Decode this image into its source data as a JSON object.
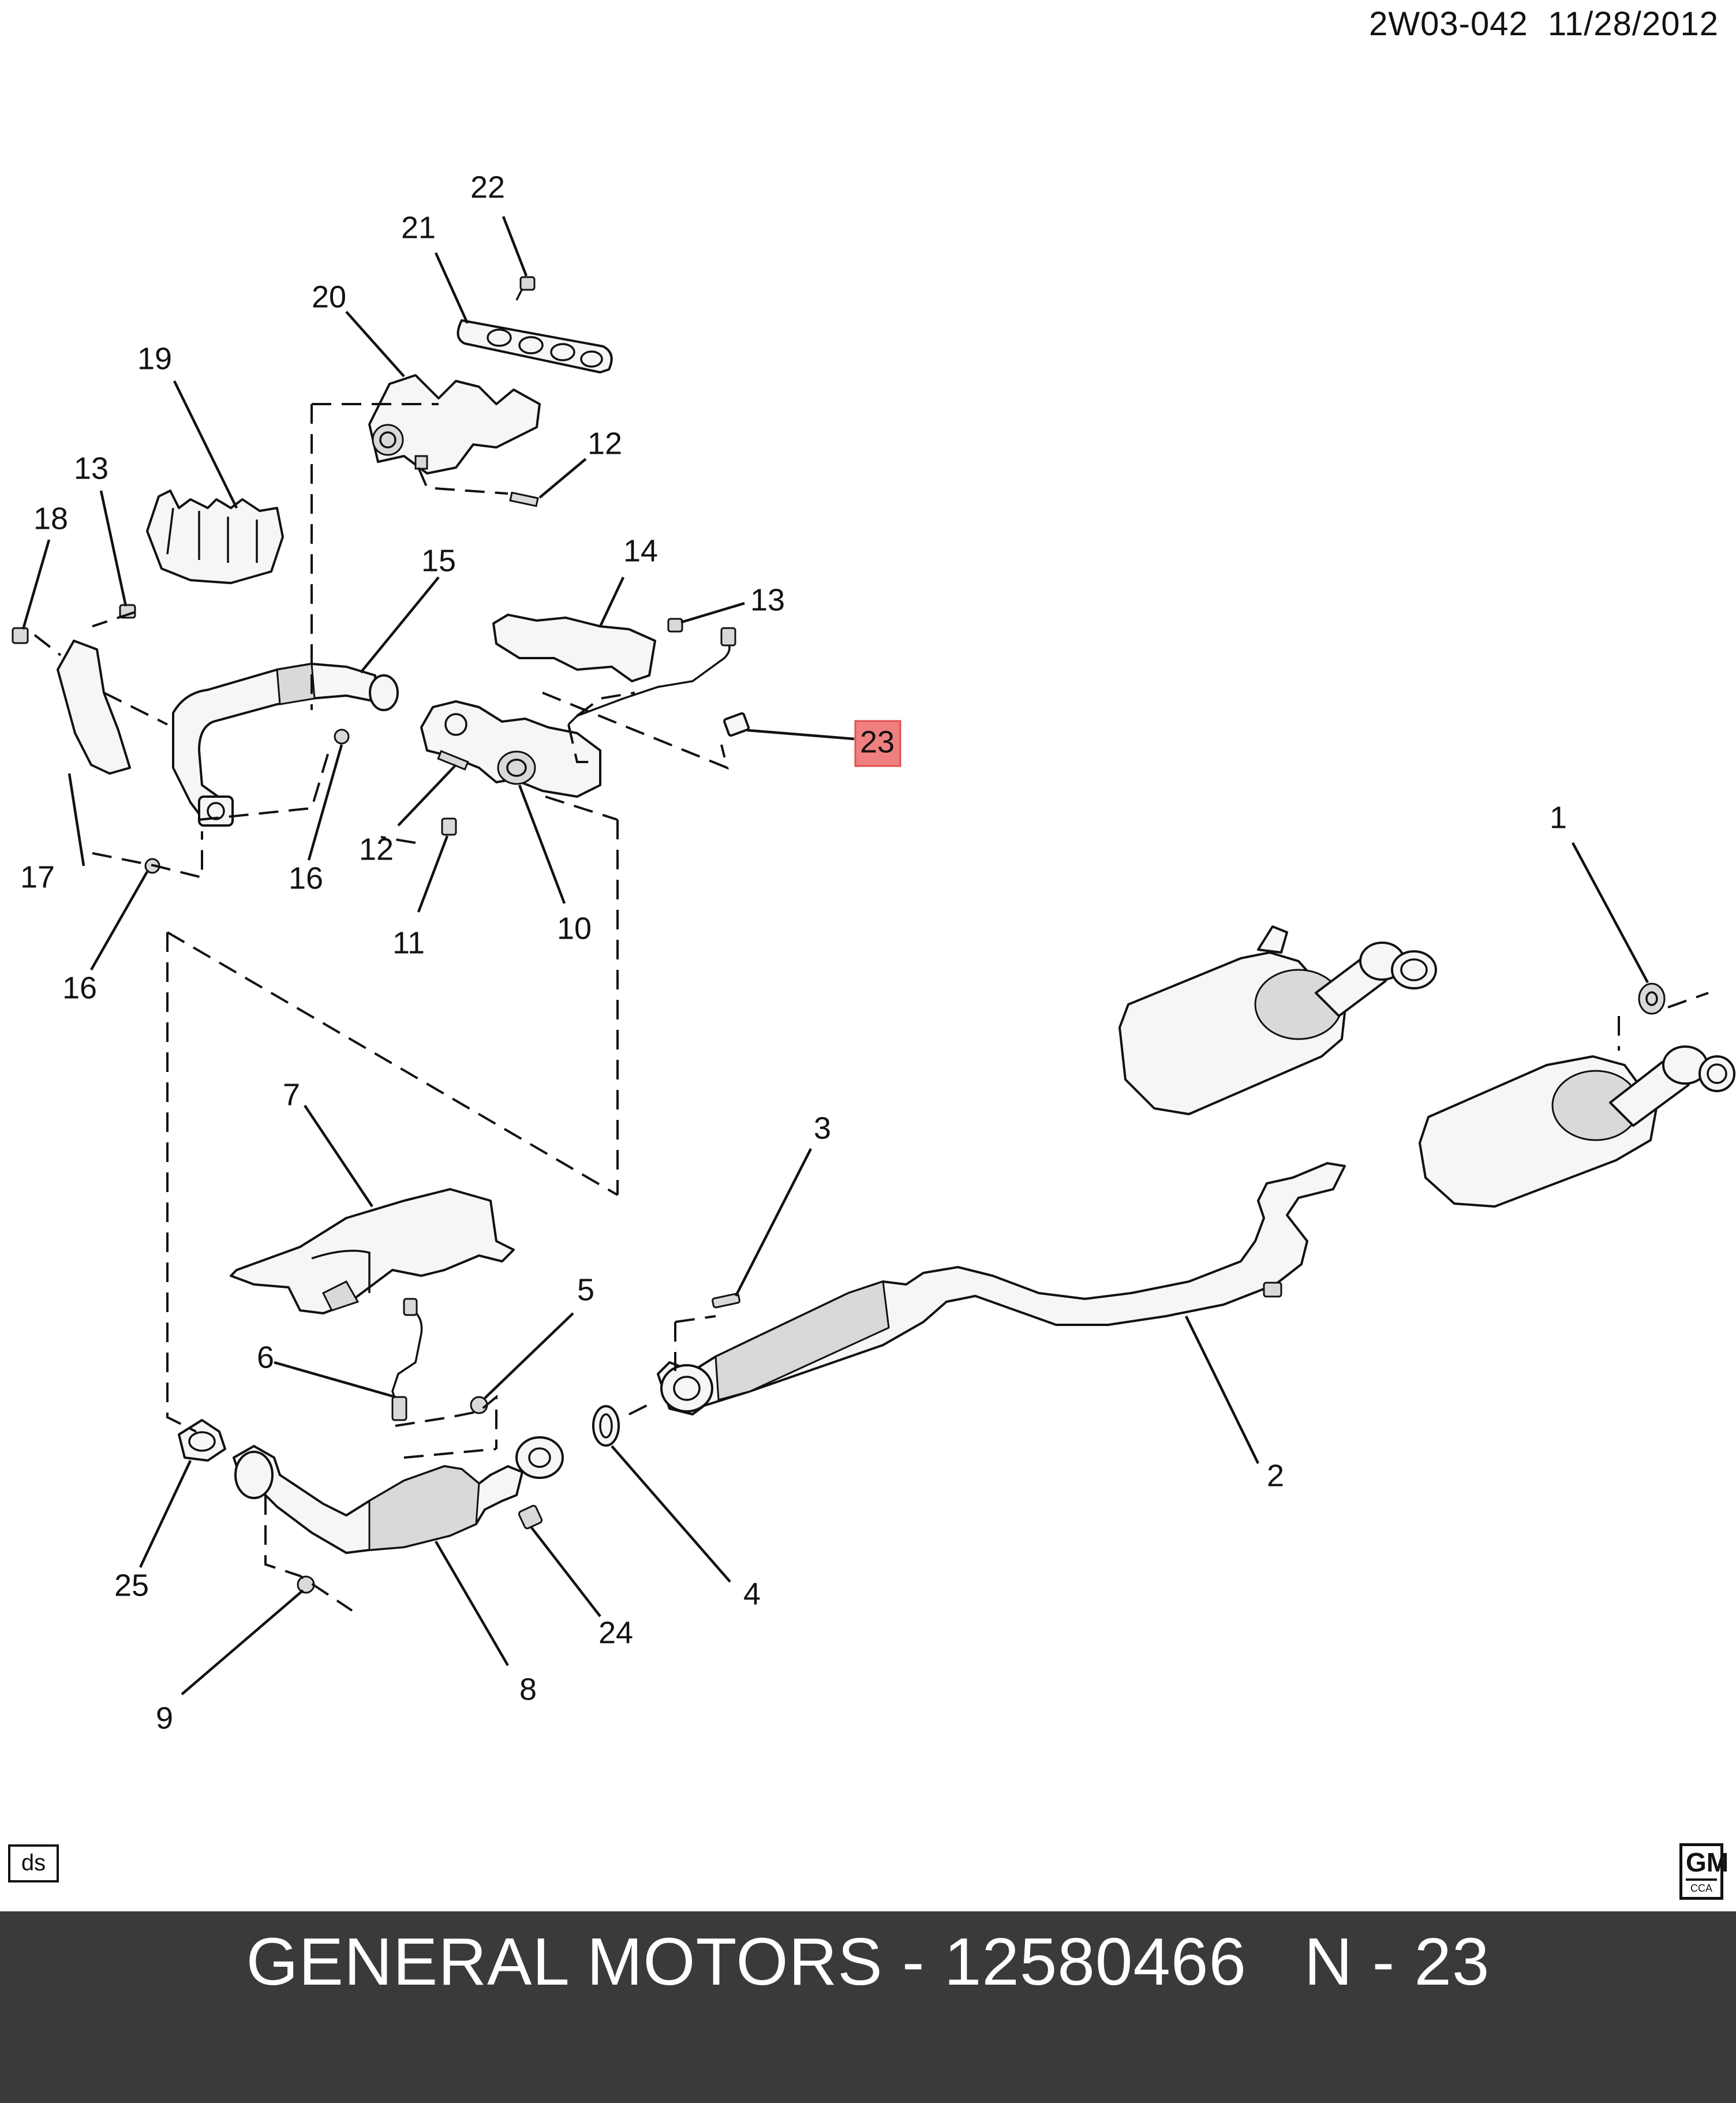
{
  "header": {
    "doc_id": "2W03-042",
    "date": "11/28/2012"
  },
  "callouts": [
    "1",
    "2",
    "3",
    "4",
    "5",
    "6",
    "7",
    "8",
    "9",
    "10",
    "11",
    "12",
    "12",
    "13",
    "13",
    "14",
    "15",
    "16",
    "16",
    "17",
    "18",
    "19",
    "20",
    "21",
    "22",
    "23",
    "24",
    "25"
  ],
  "highlight": {
    "label": "23",
    "color": "#f08080"
  },
  "footer": {
    "ds_label": "ds",
    "logo_text": "GM",
    "logo_subtext": "CCA",
    "title": "GENERAL MOTORS - 12580466   N - 23",
    "background": "#3a3a3a"
  }
}
